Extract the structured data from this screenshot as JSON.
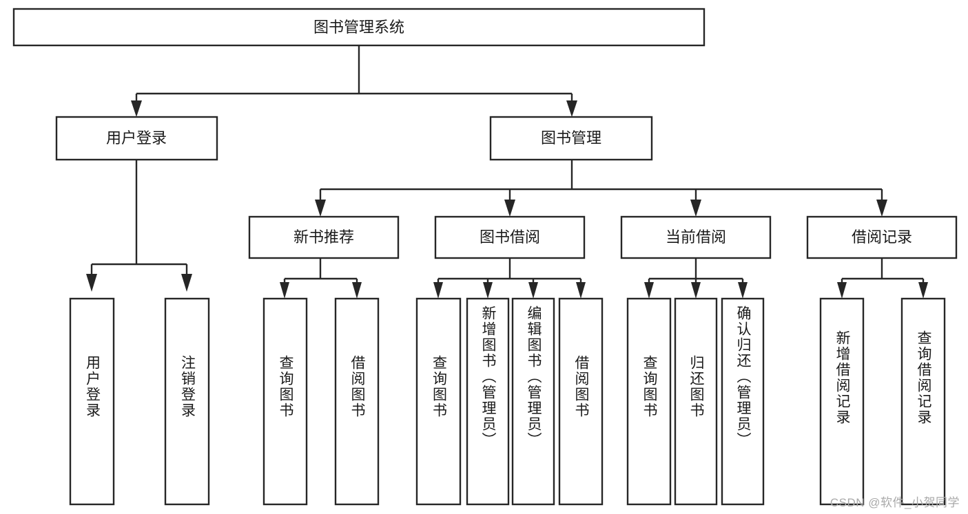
{
  "diagram": {
    "title": "图书管理系统",
    "type": "hierarchy-tree",
    "watermark": "CSDN @软件_小贺同学",
    "colors": {
      "box_stroke": "#262626",
      "box_fill": "#ffffff",
      "text": "#1a1a1a",
      "connector": "#262626",
      "background": "#ffffff",
      "watermark": "#a9a9a9"
    },
    "root": {
      "label": "图书管理系统"
    },
    "level2": [
      {
        "label": "用户登录"
      },
      {
        "label": "图书管理"
      }
    ],
    "level3": [
      {
        "label": "新书推荐"
      },
      {
        "label": "图书借阅"
      },
      {
        "label": "当前借阅"
      },
      {
        "label": "借阅记录"
      }
    ],
    "leaves": {
      "user_login": [
        {
          "label": "用户登录"
        },
        {
          "label": "注销登录"
        }
      ],
      "new_book_recommend": [
        {
          "label": "查询图书"
        },
        {
          "label": "借阅图书"
        }
      ],
      "book_borrow": [
        {
          "label": "查询图书"
        },
        {
          "label": "新增图书（管理员）"
        },
        {
          "label": "编辑图书（管理员）"
        },
        {
          "label": "借阅图书"
        }
      ],
      "current_borrow": [
        {
          "label": "查询图书"
        },
        {
          "label": "归还图书"
        },
        {
          "label": "确认归还（管理员）"
        }
      ],
      "borrow_record": [
        {
          "label": "新增借阅记录"
        },
        {
          "label": "查询借阅记录"
        }
      ]
    }
  },
  "chart_data": {
    "type": "table",
    "title": "图书管理系统",
    "nodes": [
      {
        "id": "root",
        "label": "图书管理系统",
        "level": 1,
        "parent": null
      },
      {
        "id": "l2-1",
        "label": "用户登录",
        "level": 2,
        "parent": "root"
      },
      {
        "id": "l2-2",
        "label": "图书管理",
        "level": 2,
        "parent": "root"
      },
      {
        "id": "l3-1",
        "label": "用户登录",
        "level": 3,
        "parent": "l2-1"
      },
      {
        "id": "l3-2",
        "label": "注销登录",
        "level": 3,
        "parent": "l2-1"
      },
      {
        "id": "l3-3",
        "label": "新书推荐",
        "level": 3,
        "parent": "l2-2"
      },
      {
        "id": "l3-4",
        "label": "图书借阅",
        "level": 3,
        "parent": "l2-2"
      },
      {
        "id": "l3-5",
        "label": "当前借阅",
        "level": 3,
        "parent": "l2-2"
      },
      {
        "id": "l3-6",
        "label": "借阅记录",
        "level": 3,
        "parent": "l2-2"
      },
      {
        "id": "l4-1",
        "label": "查询图书",
        "level": 4,
        "parent": "l3-3"
      },
      {
        "id": "l4-2",
        "label": "借阅图书",
        "level": 4,
        "parent": "l3-3"
      },
      {
        "id": "l4-3",
        "label": "查询图书",
        "level": 4,
        "parent": "l3-4"
      },
      {
        "id": "l4-4",
        "label": "新增图书（管理员）",
        "level": 4,
        "parent": "l3-4"
      },
      {
        "id": "l4-5",
        "label": "编辑图书（管理员）",
        "level": 4,
        "parent": "l3-4"
      },
      {
        "id": "l4-6",
        "label": "借阅图书",
        "level": 4,
        "parent": "l3-4"
      },
      {
        "id": "l4-7",
        "label": "查询图书",
        "level": 4,
        "parent": "l3-5"
      },
      {
        "id": "l4-8",
        "label": "归还图书",
        "level": 4,
        "parent": "l3-5"
      },
      {
        "id": "l4-9",
        "label": "确认归还（管理员）",
        "level": 4,
        "parent": "l3-5"
      },
      {
        "id": "l4-10",
        "label": "新增借阅记录",
        "level": 4,
        "parent": "l3-6"
      },
      {
        "id": "l4-11",
        "label": "查询借阅记录",
        "level": 4,
        "parent": "l3-6"
      }
    ]
  }
}
